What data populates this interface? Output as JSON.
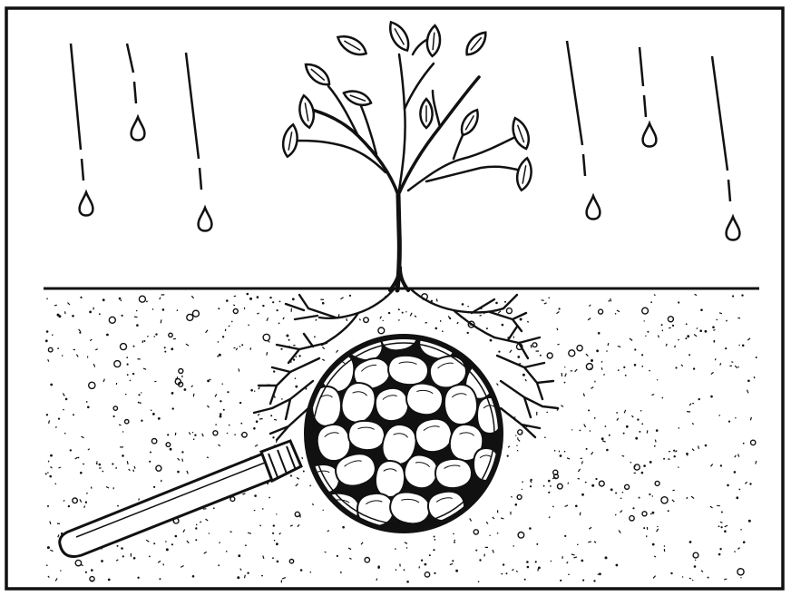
{
  "illustration": {
    "scene": [
      "rain",
      "sapling",
      "soil",
      "roots",
      "magnifying-glass"
    ],
    "colors": {
      "ink": "#111111",
      "paper": "#ffffff"
    }
  }
}
